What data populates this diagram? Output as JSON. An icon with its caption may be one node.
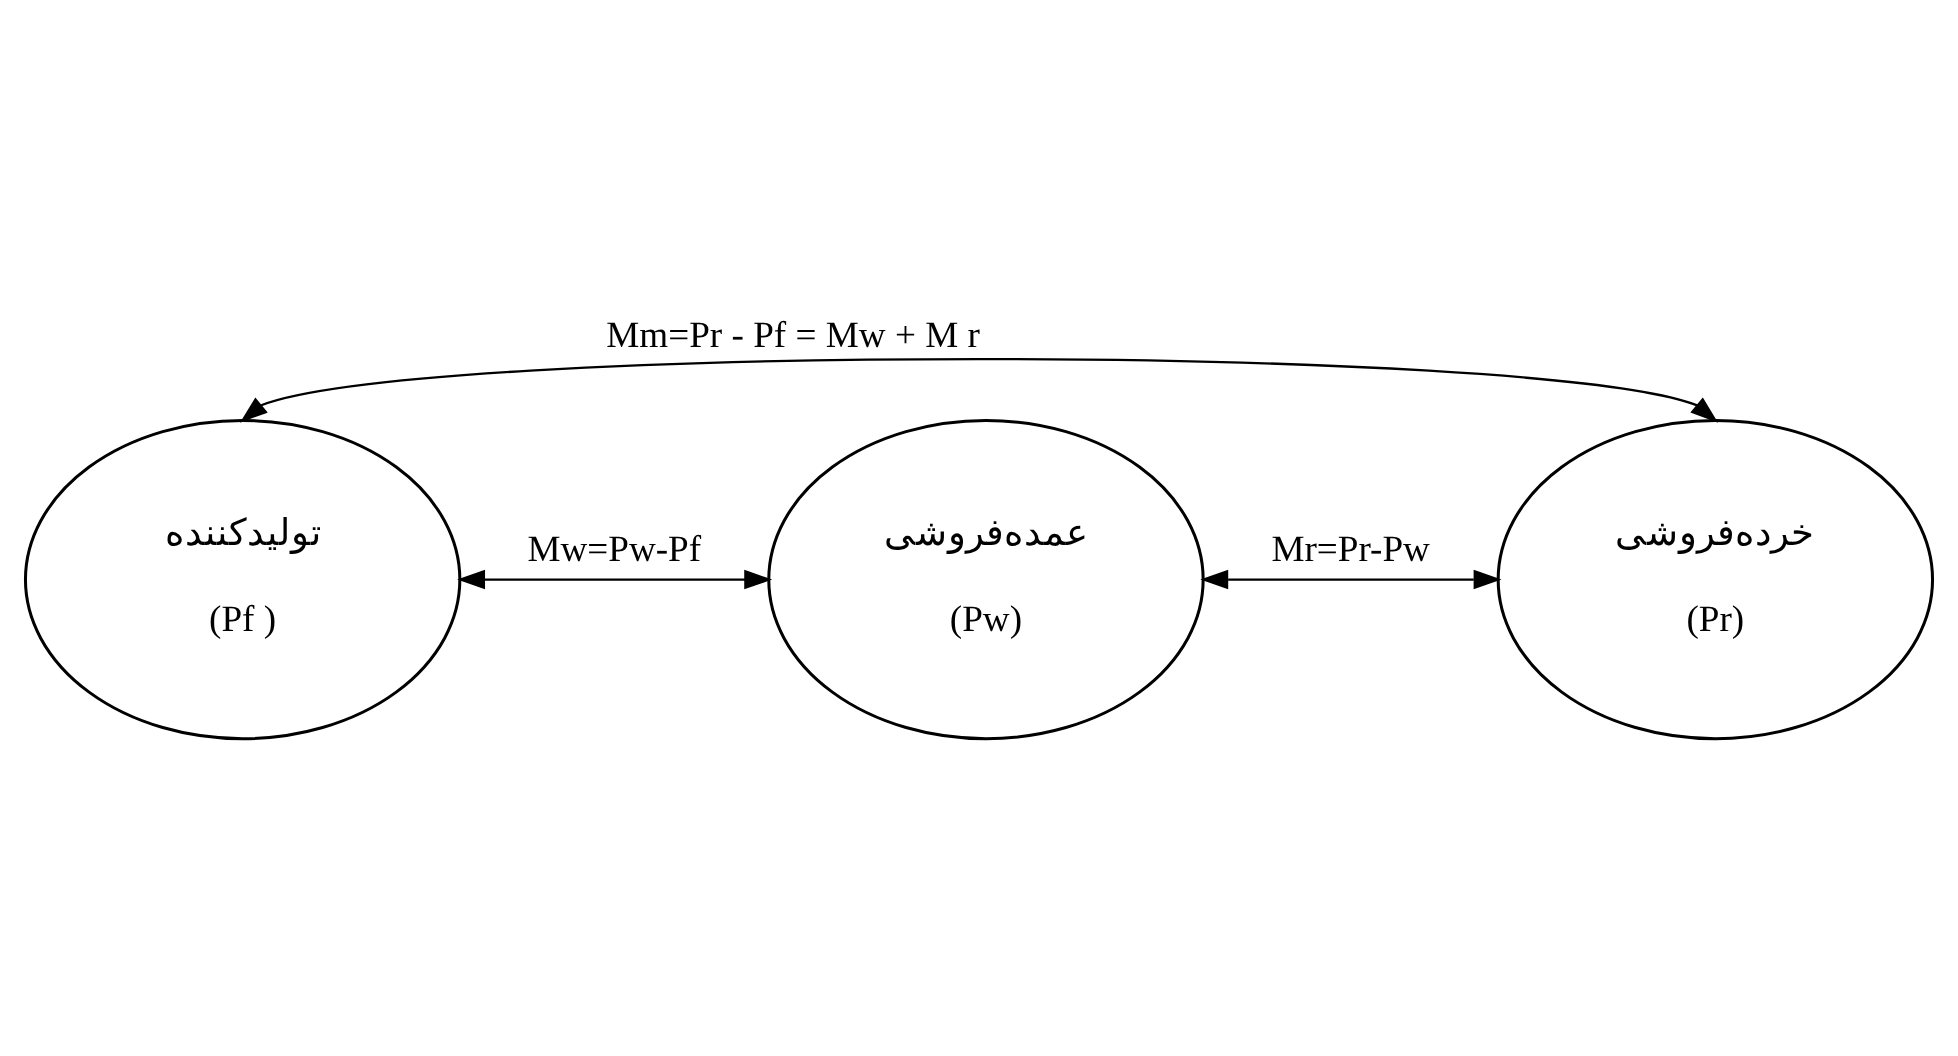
{
  "diagram": {
    "nodes": [
      {
        "text": [
          "تولیدکننده",
          "(Pf )"
        ]
      },
      {
        "text": [
          "عمده‌فروشی",
          "(Pw)"
        ]
      },
      {
        "text": [
          "خرده‌فروشی",
          "(Pr)"
        ]
      }
    ],
    "edges": [
      {
        "from": 0,
        "to": 2,
        "arrow": "both",
        "label": "Mm=Pr - Pf = Mw + M r"
      },
      {
        "from": 0,
        "to": 1,
        "arrow": "both",
        "label": "Mw=Pw-Pf"
      },
      {
        "from": 1,
        "to": 2,
        "arrow": "both",
        "label": "Mr=Pr-Pw"
      }
    ]
  }
}
